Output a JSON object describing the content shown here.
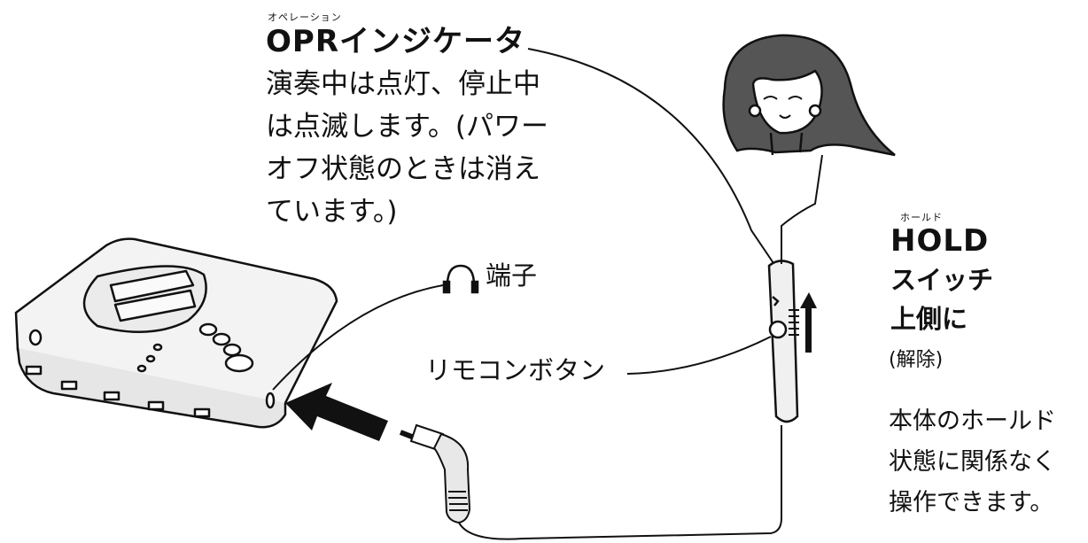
{
  "opr": {
    "ruby": "オペレーション",
    "title": "OPRインジケータ",
    "lines": [
      "演奏中は点灯、停止中",
      "は点滅します。(パワー",
      "オフ状態のときは消え",
      "ています。)"
    ]
  },
  "jack": {
    "label": "端子"
  },
  "remote_button": {
    "label": "リモコンボタン"
  },
  "hold": {
    "ruby": "ホールド",
    "title": "HOLD",
    "line1": "スイッチ",
    "line2": "上側に",
    "line3": "(解除)",
    "note": [
      "本体のホールド",
      "状態に関係なく",
      "操作できます。"
    ]
  },
  "icons": [
    "cd-player",
    "headphone-icon",
    "insert-arrow",
    "plug",
    "remote-control",
    "slide-up-arrow",
    "person-with-earphones"
  ]
}
